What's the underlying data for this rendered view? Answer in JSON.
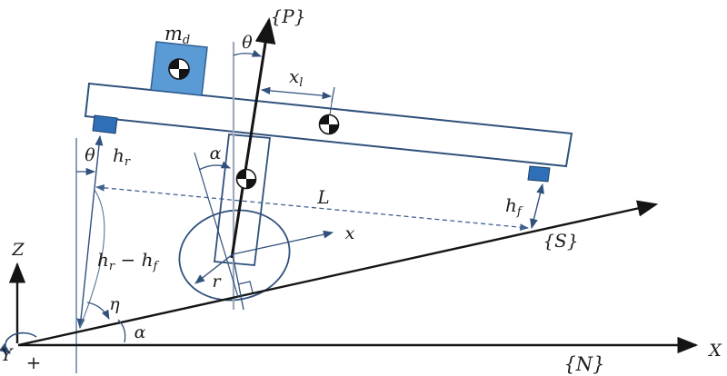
{
  "colors": {
    "line_blue": "#30517c",
    "black": "#141414",
    "guide_gray": "#9fabbc",
    "ref_blue": "#5878a3",
    "dash_blue": "#3f628e",
    "block_fill": "#5b9bd5",
    "block_stroke": "#2f5e93",
    "support_fill": "#2e6fb7",
    "support_stroke": "#1f3f66",
    "text": "#1c1c1c",
    "background": "#ffffff"
  },
  "labels": {
    "frame_p": "{P}",
    "frame_s": "{S}",
    "frame_n": "{N}",
    "axis_x": "X",
    "axis_z": "Z",
    "axis_y": "Y",
    "rotation_plus": "+",
    "theta_top": "θ",
    "theta_rear": "θ",
    "alpha_mid": "α",
    "alpha_bottom": "α",
    "eta": "η",
    "length_L": "L",
    "wheel_radius": "r",
    "wheel_x_axis": "x",
    "mass_disc": {
      "base": "m",
      "sub": "d"
    },
    "x_l": {
      "base": "x",
      "sub": "l"
    },
    "h_rear": {
      "base": "h",
      "sub": "r"
    },
    "h_front": {
      "base": "h",
      "sub": "f"
    },
    "h_diff": {
      "base1": "h",
      "sub1": "r",
      "minus": " − ",
      "base2": "h",
      "sub2": "f"
    }
  }
}
